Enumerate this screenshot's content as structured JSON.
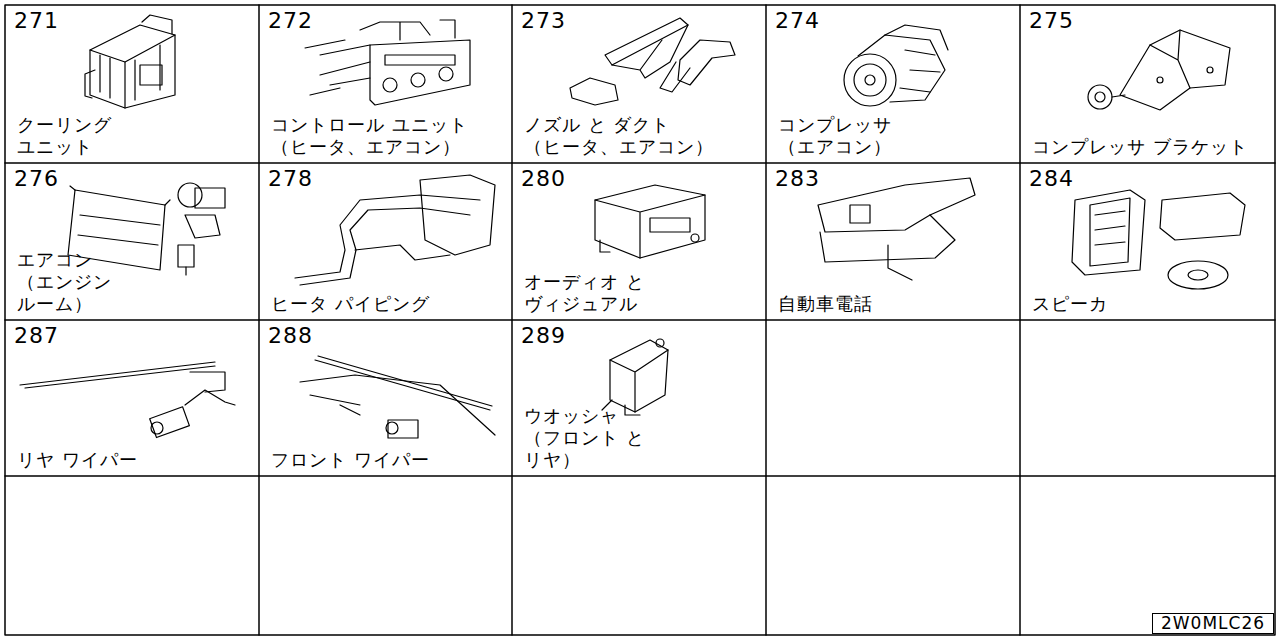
{
  "diagram": {
    "nodes": [
      {
        "text": [
          "271",
          "クーリング ユニット"
        ]
      },
      {
        "text": [
          "272",
          "コントロール ユニット （ヒータ、エアコン）"
        ]
      },
      {
        "text": [
          "273",
          "ノズル と ダクト （ヒータ、エアコン）"
        ]
      },
      {
        "text": [
          "274",
          "コンプレッサ （エアコン）"
        ]
      },
      {
        "text": [
          "275",
          "コンプレッサ ブラケット"
        ]
      },
      {
        "text": [
          "276",
          "エアコン （エンジン ルーム）"
        ]
      },
      {
        "text": [
          "278",
          "ヒータ パイピング"
        ]
      },
      {
        "text": [
          "280",
          "オーディオ と ヴィジュアル"
        ]
      },
      {
        "text": [
          "283",
          "自動車電話"
        ]
      },
      {
        "text": [
          "284",
          "スピーカ"
        ]
      },
      {
        "text": [
          "287",
          "リヤ ワイパー"
        ]
      },
      {
        "text": [
          "288",
          "フロント ワイパー"
        ]
      },
      {
        "text": [
          "289",
          "ウオッシャ （フロント と リヤ）"
        ]
      },
      {
        "text": [
          "2W0MLC26"
        ]
      }
    ]
  }
}
